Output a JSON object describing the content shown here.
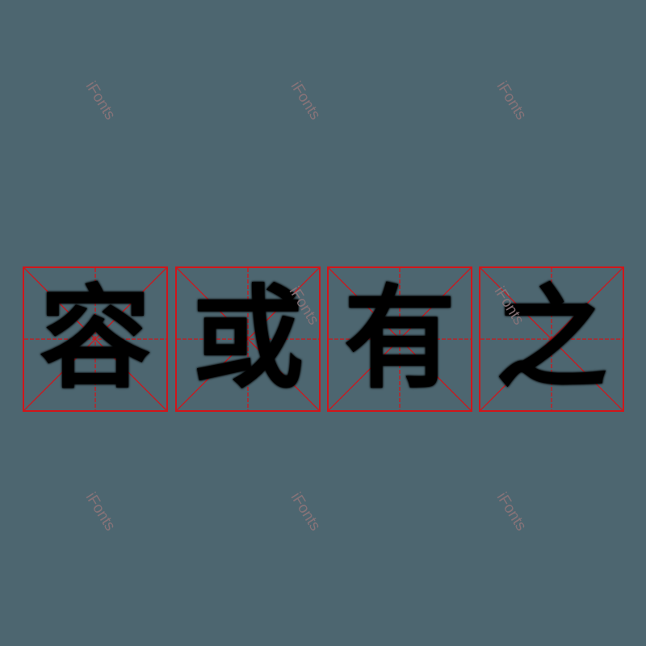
{
  "phrase": {
    "characters": [
      "容",
      "或",
      "有",
      "之"
    ]
  },
  "watermark": {
    "text": "iFonts"
  },
  "colors": {
    "background": "#4d6670",
    "grid_red": "#d0161b",
    "glyph": "#000000",
    "watermark": "#8a7479"
  }
}
